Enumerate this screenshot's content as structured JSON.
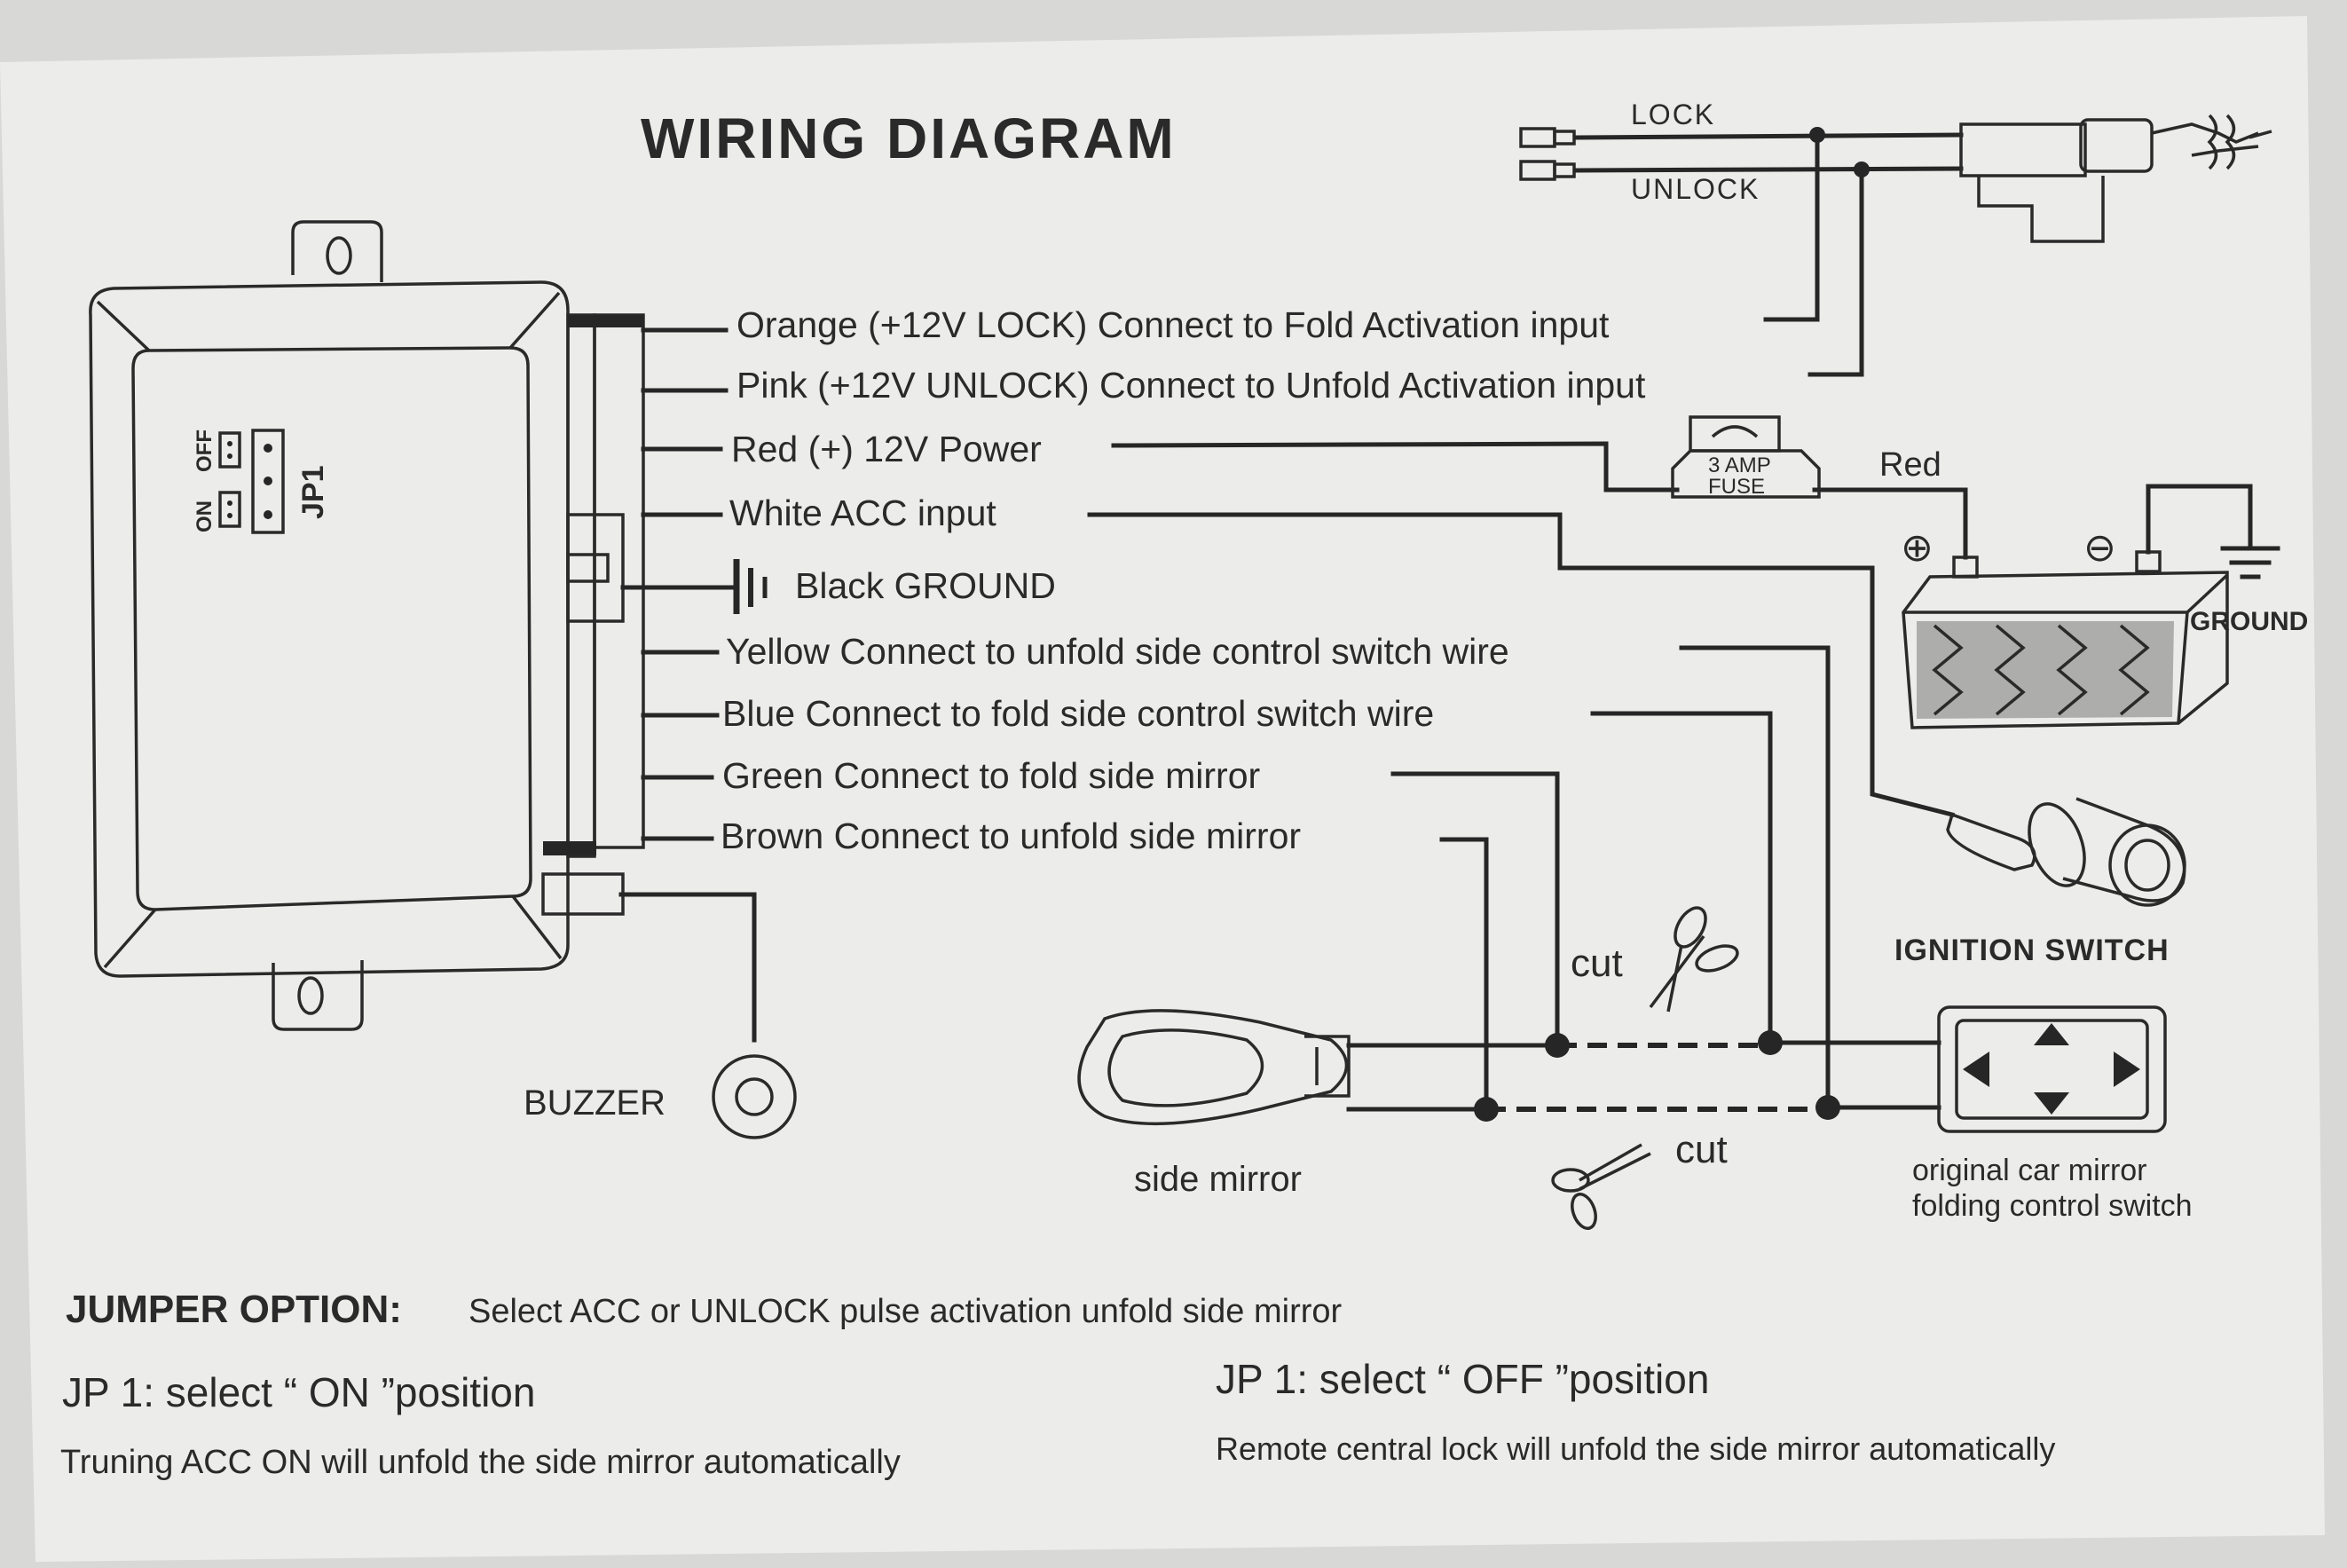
{
  "title": "WIRING DIAGRAM",
  "jumper_labels": {
    "on": "ON",
    "off": "OFF",
    "jp": "JP1"
  },
  "wires": [
    {
      "label": "Orange  (+12V LOCK) Connect to Fold Activation input"
    },
    {
      "label": "Pink  (+12V UNLOCK) Connect to Unfold Activation input"
    },
    {
      "label": "Red  (+) 12V Power"
    },
    {
      "label": "White   ACC  input"
    },
    {
      "label": "Black   GROUND"
    },
    {
      "label": "Yellow  Connect to unfold side control switch wire"
    },
    {
      "label": "Blue  Connect to fold side control switch wire"
    },
    {
      "label": "Green  Connect to fold side mirror"
    },
    {
      "label": "Brown  Connect to unfold side mirror"
    }
  ],
  "lock_actuator": {
    "lock": "LOCK",
    "unlock": "UNLOCK"
  },
  "fuse": {
    "line1": "3 AMP",
    "line2": "FUSE"
  },
  "battery": {
    "red": "Red",
    "plus": "⊕",
    "minus": "⊖",
    "ground": "GROUND"
  },
  "ignition_switch": "IGNITION SWITCH",
  "buzzer": "BUZZER",
  "side_mirror": "side mirror",
  "cut_labels": [
    "cut",
    "cut"
  ],
  "control_switch": {
    "line1": "original car mirror",
    "line2": "folding control switch"
  },
  "jumper_option": {
    "heading": "JUMPER OPTION:",
    "text": "Select ACC or UNLOCK pulse activation unfold side mirror",
    "on_title": "JP 1: select “ ON ”position",
    "on_desc": "Truning  ACC  ON will unfold the side mirror automatically",
    "off_title": "JP 1: select “ OFF ”position",
    "off_desc": "Remote central lock will unfold the side mirror automatically"
  },
  "colors": {
    "paper": "#ececea",
    "ink": "#262626",
    "background": "#d8d8d6"
  }
}
